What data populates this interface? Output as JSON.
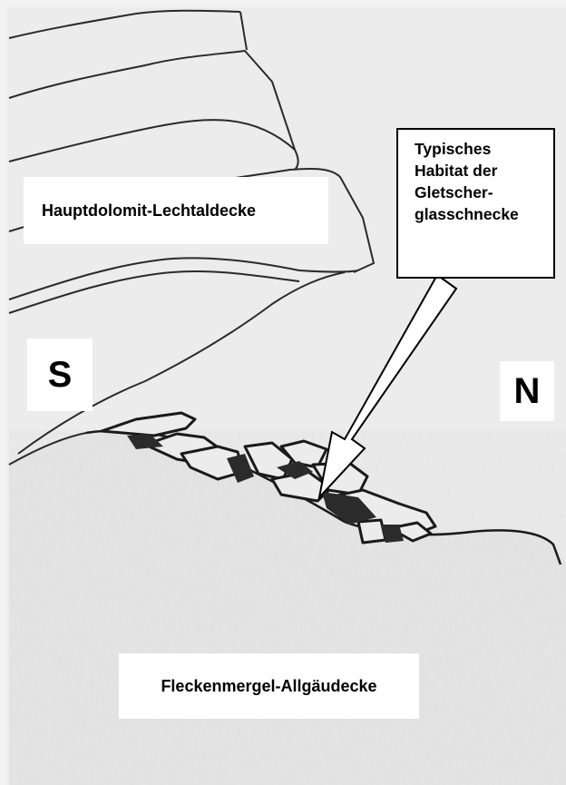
{
  "labels": {
    "upper_unit": "Hauptdolomit-Lechtaldecke",
    "lower_unit": "Fleckenmergel-Allgäudecke",
    "south": "S",
    "north": "N"
  },
  "callout": {
    "lines": [
      "Typisches",
      "Habitat der",
      "Gletscher-",
      "glasschnecke"
    ]
  },
  "colors": {
    "background": "#f2f2f2",
    "outline": "#1a1a1a",
    "rock_fill": "#2b2b2b"
  }
}
